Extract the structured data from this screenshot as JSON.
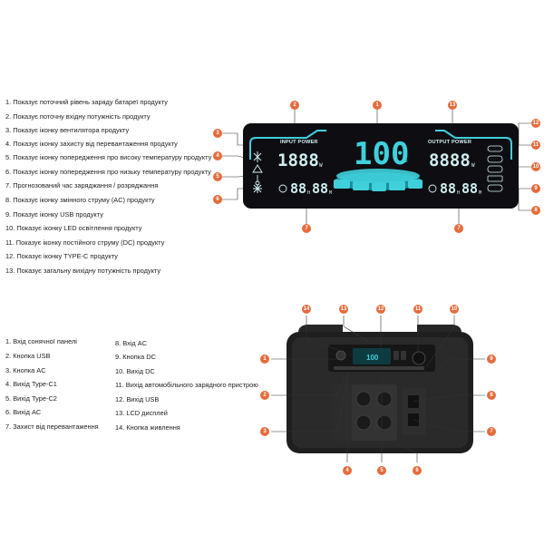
{
  "lcd_legend": [
    "1. Показує поточний рівень заряду батареї продукту",
    "2. Показує поточну вхідну потужність продукту",
    "3. Показує іконку вентилятора продукту",
    "4. Показує іконку захисту від перевантаження продукту",
    "5. Показує іконку попередження про високу температуру продукту",
    "6. Показує іконку попередження про низьку температуру продукту",
    "7.  Прогнозований час заряджання / розряджання",
    "8. Показує іконку змінного струму (AC) продукту",
    "9. Показує іконку USB продукту",
    "10. Показує іконку LED освітлення продукту",
    "11. Показує іконку постійного струму (DC) продукту",
    "12. Показує іконку TYPE-C продукту",
    "13. Показує загальну вихідну потужність продукту"
  ],
  "device_legend_left": [
    "1. Вхід сонячної панелі",
    "2. Кнопка USB",
    "3. Кнопка AC",
    "4. Вихід Type-C1",
    "5. Вихід Type-C2",
    "6. Вихід AC",
    "7. Захист від перевантаження"
  ],
  "device_legend_right": [
    "8. Вхід AC",
    "9. Кнопка DC",
    "10. Вихід DC",
    "11. Вихід автомобільного зарядного пристрою",
    "12. Вихід USB",
    "13. LCD дисплей",
    "14. Кнопка живлення"
  ],
  "lcd": {
    "input_label": "INPUT POWER",
    "output_label": "OUTPUT POWER",
    "input_value": "1888",
    "output_value": "8888",
    "battery_value": "100",
    "percent": "%",
    "watt_unit": "W",
    "time_left": "88",
    "time_right": "88",
    "hour_unit": "H",
    "minute_unit": "M",
    "port_icons": [
      "TYPE-C",
      "DC",
      "LED",
      "USB",
      "AC"
    ],
    "battery_fill": 1.0
  },
  "lcd_badges": [
    "1",
    "2",
    "3",
    "4",
    "5",
    "6",
    "7",
    "7",
    "8",
    "9",
    "10",
    "11",
    "12",
    "13"
  ],
  "device_badges": [
    "1",
    "2",
    "3",
    "4",
    "5",
    "6",
    "7",
    "8",
    "9",
    "10",
    "11",
    "12",
    "13",
    "14"
  ],
  "device_screen": {
    "value": "100",
    "unit": "%"
  },
  "colors": {
    "accent": "#e56c3c",
    "lcd_cyan": "#3fd0dc",
    "lcd_bg": "#0e0e12",
    "device_body": "#1f1f1f"
  }
}
